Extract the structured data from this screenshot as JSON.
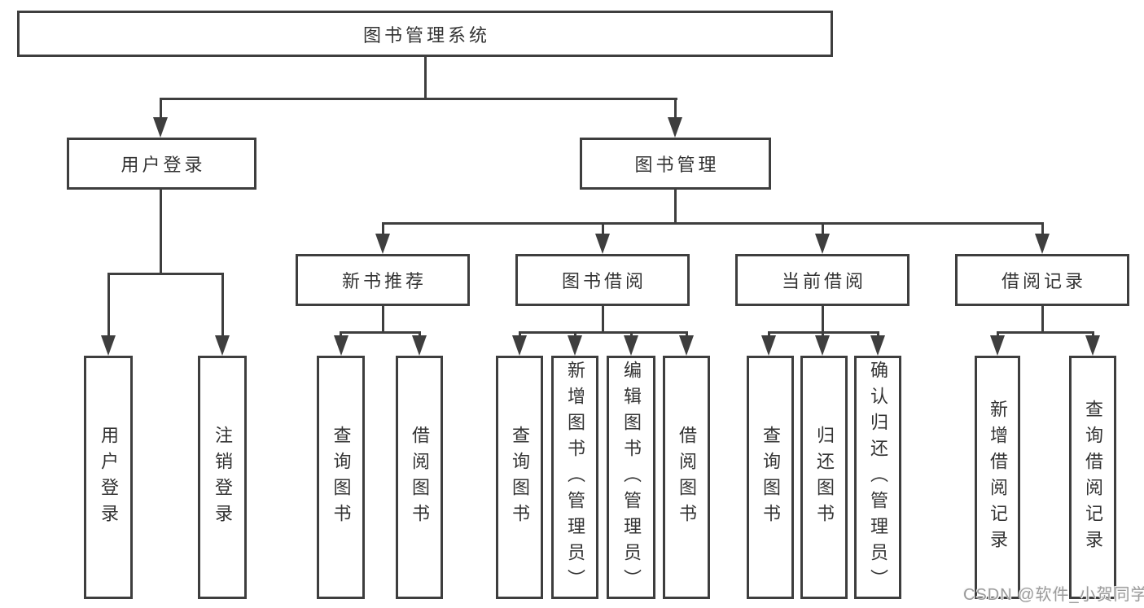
{
  "diagram": {
    "title": "图书管理系统",
    "level2": [
      {
        "label": "用户登录"
      },
      {
        "label": "图书管理"
      }
    ],
    "level3": [
      {
        "label": "新书推荐"
      },
      {
        "label": "图书借阅"
      },
      {
        "label": "当前借阅"
      },
      {
        "label": "借阅记录"
      }
    ],
    "leaves": [
      {
        "label": "用户登录"
      },
      {
        "label": "注销登录"
      },
      {
        "label": "查询图书"
      },
      {
        "label": "借阅图书"
      },
      {
        "label": "查询图书"
      },
      {
        "label": "新增图书（管理员）"
      },
      {
        "label": "编辑图书（管理员）"
      },
      {
        "label": "借阅图书"
      },
      {
        "label": "查询图书"
      },
      {
        "label": "归还图书"
      },
      {
        "label": "确认归还（管理员）"
      },
      {
        "label": "新增借阅记录"
      },
      {
        "label": "查询借阅记录"
      }
    ]
  },
  "watermark": "CSDN @软件_小贺同学",
  "colors": {
    "line": "#3e3e3e",
    "text": "#333333",
    "watermark": "#9b9b9b",
    "background": "#ffffff"
  }
}
